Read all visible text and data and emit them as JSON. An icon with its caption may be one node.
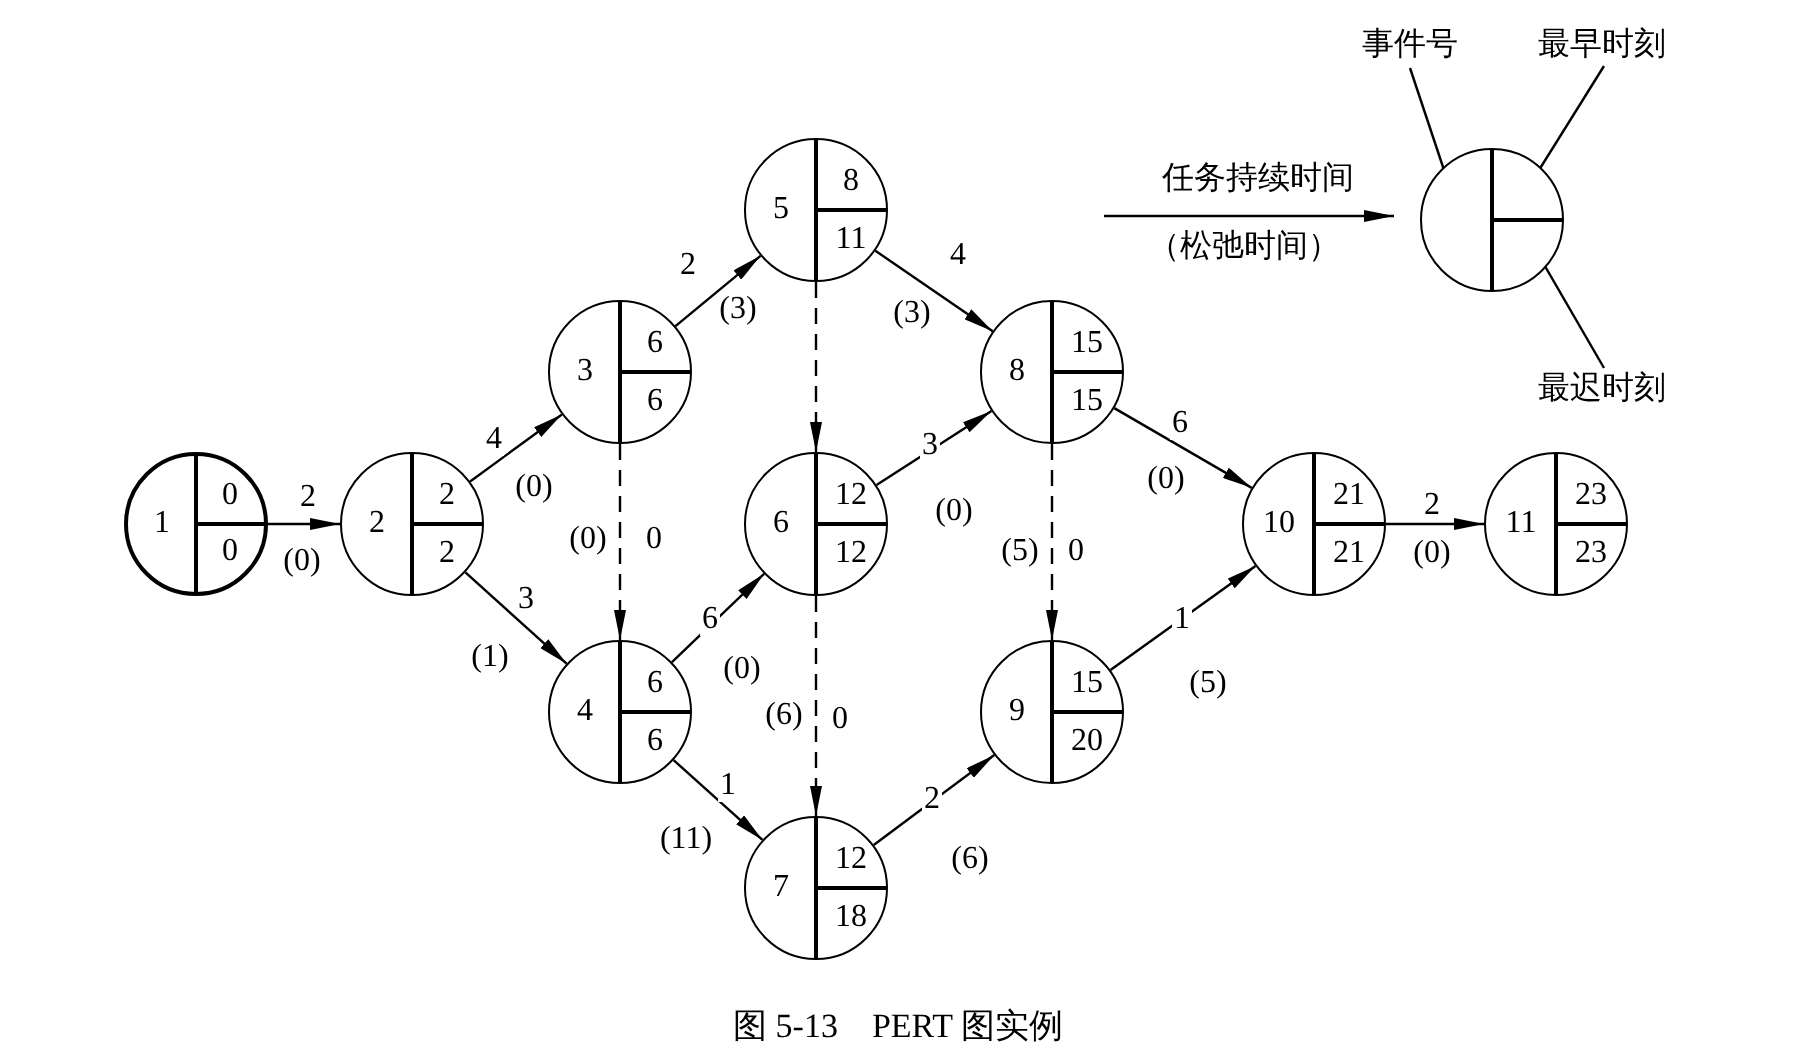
{
  "diagram": {
    "caption": "图 5-13　PERT 图实例",
    "nodes": [
      {
        "text": [
          "1",
          "0",
          "0"
        ]
      },
      {
        "text": [
          "2",
          "2",
          "2"
        ]
      },
      {
        "text": [
          "3",
          "6",
          "6"
        ]
      },
      {
        "text": [
          "4",
          "6",
          "6"
        ]
      },
      {
        "text": [
          "5",
          "8",
          "11"
        ]
      },
      {
        "text": [
          "6",
          "12",
          "12"
        ]
      },
      {
        "text": [
          "7",
          "12",
          "18"
        ]
      },
      {
        "text": [
          "8",
          "15",
          "15"
        ]
      },
      {
        "text": [
          "9",
          "15",
          "20"
        ]
      },
      {
        "text": [
          "10",
          "21",
          "21"
        ]
      },
      {
        "text": [
          "11",
          "23",
          "23"
        ]
      },
      {
        "text": [],
        "shape": "circle"
      },
      {
        "text": [
          "事件号"
        ]
      },
      {
        "text": [
          "最早时刻"
        ]
      },
      {
        "text": [
          "最迟时刻"
        ]
      }
    ],
    "edges": [
      {
        "from": 0,
        "to": 1,
        "arrow": "to",
        "label": "2"
      },
      {
        "from": 1,
        "to": 2,
        "arrow": "to",
        "label": "4"
      },
      {
        "from": 1,
        "to": 3,
        "arrow": "to",
        "label": "3"
      },
      {
        "from": 2,
        "to": 4,
        "arrow": "to",
        "label": "2"
      },
      {
        "from": 2,
        "to": 3,
        "arrow": "to",
        "label": "0",
        "style": "dashed"
      },
      {
        "from": 4,
        "to": 7,
        "arrow": "to",
        "label": "4"
      },
      {
        "from": 4,
        "to": 5,
        "arrow": "to",
        "style": "dashed"
      },
      {
        "from": 3,
        "to": 5,
        "arrow": "to",
        "label": "6"
      },
      {
        "from": 3,
        "to": 6,
        "arrow": "to",
        "label": "1"
      },
      {
        "from": 5,
        "to": 7,
        "arrow": "to",
        "label": "3"
      },
      {
        "from": 5,
        "to": 6,
        "arrow": "to",
        "label": "0",
        "style": "dashed"
      },
      {
        "from": 7,
        "to": 9,
        "arrow": "to",
        "label": "6"
      },
      {
        "from": 7,
        "to": 8,
        "arrow": "to",
        "label": "0",
        "style": "dashed"
      },
      {
        "from": 6,
        "to": 8,
        "arrow": "to",
        "label": "2"
      },
      {
        "from": 8,
        "to": 9,
        "arrow": "to",
        "label": "1"
      },
      {
        "from": 9,
        "to": 10,
        "arrow": "to",
        "label": "2"
      },
      {
        "from": 12,
        "to": 11,
        "arrow": "none"
      },
      {
        "from": 13,
        "to": 11,
        "arrow": "none"
      },
      {
        "from": 14,
        "to": 11,
        "arrow": "none"
      }
    ],
    "labels": [
      "任务持续时间",
      "（松弛时间）",
      "(0)",
      "(0)",
      "(1)",
      "(3)",
      "(0)",
      "(3)",
      "(0)",
      "(11)",
      "(0)",
      "(6)",
      "(0)",
      "(5)",
      "(6)",
      "(5)",
      "(0)"
    ]
  }
}
